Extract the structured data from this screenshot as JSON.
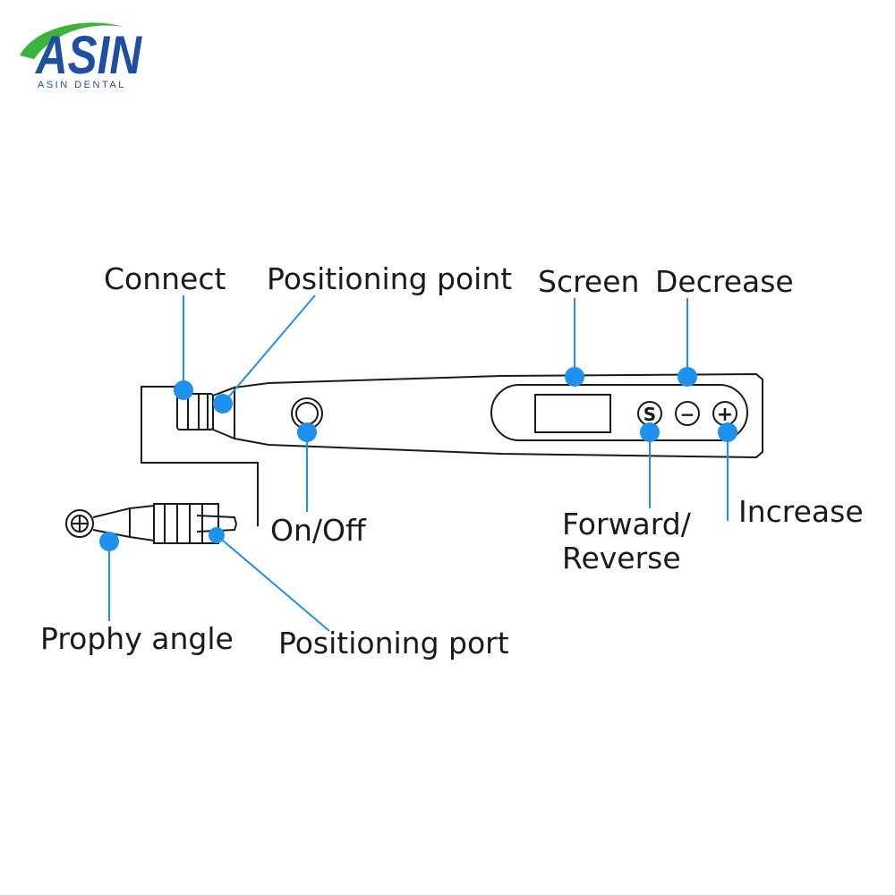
{
  "brand": {
    "logo_text": "ASIN",
    "tagline": "ASIN DENTAL",
    "color": "#1e4fa0",
    "swoosh_color": "#3cb43c"
  },
  "accent_dot_color": "#1e90ee",
  "device": {
    "buttons": {
      "s": "S",
      "minus": "−",
      "plus": "+"
    }
  },
  "labels": {
    "connect": "Connect",
    "positioning_point": "Positioning point",
    "screen": "Screen",
    "decrease": "Decrease",
    "on_off": "On/Off",
    "forward_reverse_line1": "Forward/",
    "forward_reverse_line2": "Reverse",
    "increase": "Increase",
    "prophy_angle": "Prophy angle",
    "positioning_port": "Positioning port"
  }
}
